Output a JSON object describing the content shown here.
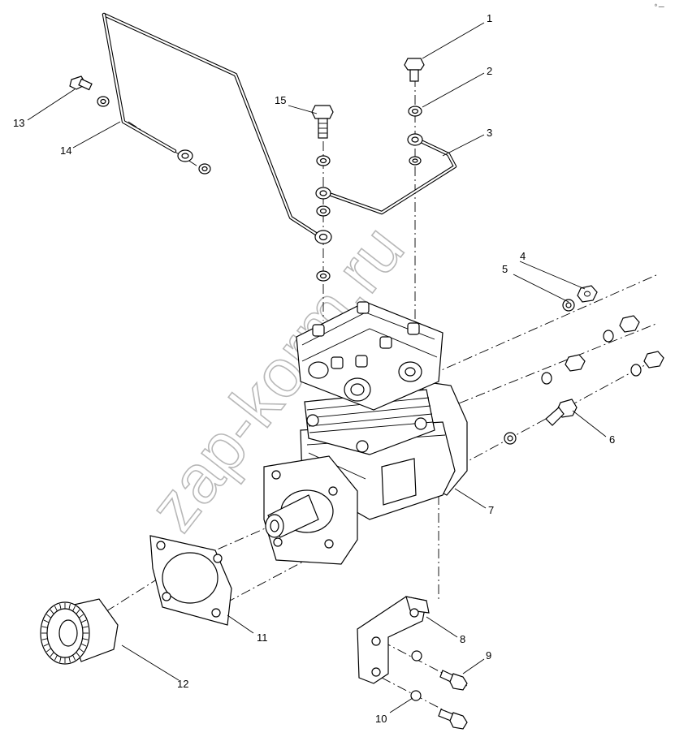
{
  "corner_mark": "⁰ —",
  "watermark": "zap-korm.ru",
  "callouts": [
    {
      "id": "c1",
      "text": "1"
    },
    {
      "id": "c2",
      "text": "2"
    },
    {
      "id": "c3",
      "text": "3"
    },
    {
      "id": "c4",
      "text": "4"
    },
    {
      "id": "c5",
      "text": "5"
    },
    {
      "id": "c6",
      "text": "6"
    },
    {
      "id": "c7",
      "text": "7"
    },
    {
      "id": "c8",
      "text": "8"
    },
    {
      "id": "c9",
      "text": "9"
    },
    {
      "id": "c10",
      "text": "10"
    },
    {
      "id": "c11",
      "text": "11"
    },
    {
      "id": "c12",
      "text": "12"
    },
    {
      "id": "c13",
      "text": "13"
    },
    {
      "id": "c14",
      "text": "14"
    },
    {
      "id": "c15",
      "text": "15"
    }
  ]
}
